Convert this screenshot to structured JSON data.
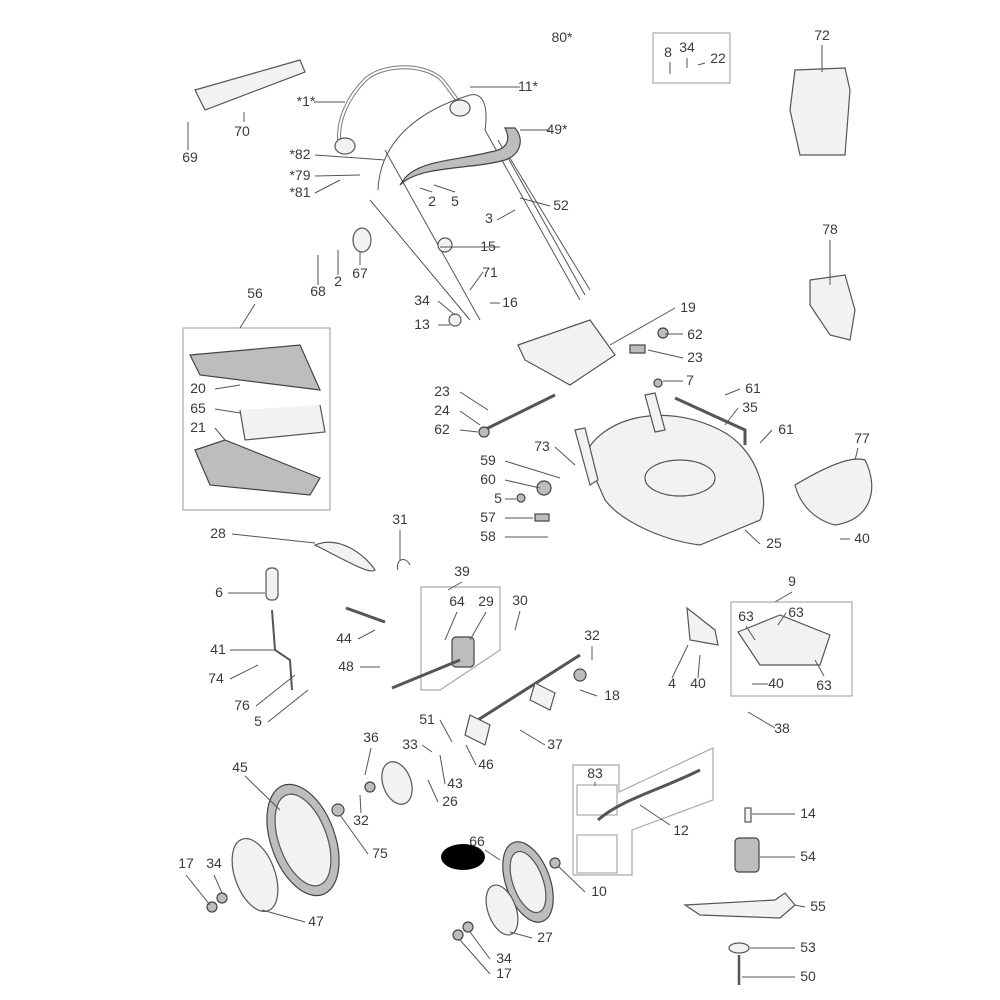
{
  "title": "Lawn mower exploded parts diagram",
  "asterisk_note": "*",
  "labels": [
    {
      "id": "80",
      "text": "80",
      "star": true
    },
    {
      "id": "8",
      "text": "8"
    },
    {
      "id": "34a",
      "text": "34"
    },
    {
      "id": "22",
      "text": "22"
    },
    {
      "id": "72",
      "text": "72"
    },
    {
      "id": "1",
      "text": "1",
      "star": true,
      "star_before": true
    },
    {
      "id": "11",
      "text": "11",
      "star": true
    },
    {
      "id": "70",
      "text": "70"
    },
    {
      "id": "69",
      "text": "69"
    },
    {
      "id": "49",
      "text": "49",
      "star": true
    },
    {
      "id": "82",
      "text": "82",
      "star_before": true
    },
    {
      "id": "79",
      "text": "79",
      "star_before": true
    },
    {
      "id": "81",
      "text": "81",
      "star_before": true
    },
    {
      "id": "2a",
      "text": "2"
    },
    {
      "id": "5a",
      "text": "5"
    },
    {
      "id": "52",
      "text": "52"
    },
    {
      "id": "3",
      "text": "3"
    },
    {
      "id": "15",
      "text": "15"
    },
    {
      "id": "67",
      "text": "67"
    },
    {
      "id": "68",
      "text": "68"
    },
    {
      "id": "2b",
      "text": "2"
    },
    {
      "id": "71",
      "text": "71"
    },
    {
      "id": "78",
      "text": "78"
    },
    {
      "id": "56",
      "text": "56"
    },
    {
      "id": "34b",
      "text": "34"
    },
    {
      "id": "16",
      "text": "16"
    },
    {
      "id": "13",
      "text": "13"
    },
    {
      "id": "19",
      "text": "19"
    },
    {
      "id": "62a",
      "text": "62"
    },
    {
      "id": "23a",
      "text": "23"
    },
    {
      "id": "20",
      "text": "20"
    },
    {
      "id": "65",
      "text": "65"
    },
    {
      "id": "21",
      "text": "21"
    },
    {
      "id": "7",
      "text": "7"
    },
    {
      "id": "61a",
      "text": "61"
    },
    {
      "id": "35",
      "text": "35"
    },
    {
      "id": "23b",
      "text": "23"
    },
    {
      "id": "24",
      "text": "24"
    },
    {
      "id": "62b",
      "text": "62"
    },
    {
      "id": "61b",
      "text": "61"
    },
    {
      "id": "77",
      "text": "77"
    },
    {
      "id": "73",
      "text": "73"
    },
    {
      "id": "59",
      "text": "59"
    },
    {
      "id": "60",
      "text": "60"
    },
    {
      "id": "5b",
      "text": "5"
    },
    {
      "id": "57",
      "text": "57"
    },
    {
      "id": "58",
      "text": "58"
    },
    {
      "id": "25",
      "text": "25"
    },
    {
      "id": "40a",
      "text": "40"
    },
    {
      "id": "28",
      "text": "28"
    },
    {
      "id": "31",
      "text": "31"
    },
    {
      "id": "39",
      "text": "39"
    },
    {
      "id": "9",
      "text": "9"
    },
    {
      "id": "6",
      "text": "6"
    },
    {
      "id": "64",
      "text": "64"
    },
    {
      "id": "29",
      "text": "29"
    },
    {
      "id": "30",
      "text": "30"
    },
    {
      "id": "63a",
      "text": "63"
    },
    {
      "id": "63b",
      "text": "63"
    },
    {
      "id": "44",
      "text": "44"
    },
    {
      "id": "32a",
      "text": "32"
    },
    {
      "id": "41",
      "text": "41"
    },
    {
      "id": "48",
      "text": "48"
    },
    {
      "id": "74",
      "text": "74"
    },
    {
      "id": "18",
      "text": "18"
    },
    {
      "id": "4",
      "text": "4"
    },
    {
      "id": "40b",
      "text": "40"
    },
    {
      "id": "40c",
      "text": "40"
    },
    {
      "id": "63c",
      "text": "63"
    },
    {
      "id": "76",
      "text": "76"
    },
    {
      "id": "5c",
      "text": "5"
    },
    {
      "id": "51",
      "text": "51"
    },
    {
      "id": "38",
      "text": "38"
    },
    {
      "id": "36",
      "text": "36"
    },
    {
      "id": "33",
      "text": "33"
    },
    {
      "id": "46",
      "text": "46"
    },
    {
      "id": "37",
      "text": "37"
    },
    {
      "id": "45",
      "text": "45"
    },
    {
      "id": "43",
      "text": "43"
    },
    {
      "id": "83",
      "text": "83"
    },
    {
      "id": "26",
      "text": "26"
    },
    {
      "id": "32b",
      "text": "32"
    },
    {
      "id": "14",
      "text": "14"
    },
    {
      "id": "12",
      "text": "12"
    },
    {
      "id": "75",
      "text": "75"
    },
    {
      "id": "66",
      "text": "66"
    },
    {
      "id": "54",
      "text": "54"
    },
    {
      "id": "17a",
      "text": "17"
    },
    {
      "id": "34c",
      "text": "34"
    },
    {
      "id": "10",
      "text": "10"
    },
    {
      "id": "55",
      "text": "55"
    },
    {
      "id": "47",
      "text": "47"
    },
    {
      "id": "27",
      "text": "27"
    },
    {
      "id": "53",
      "text": "53"
    },
    {
      "id": "34d",
      "text": "34"
    },
    {
      "id": "17b",
      "text": "17"
    },
    {
      "id": "50",
      "text": "50"
    }
  ]
}
